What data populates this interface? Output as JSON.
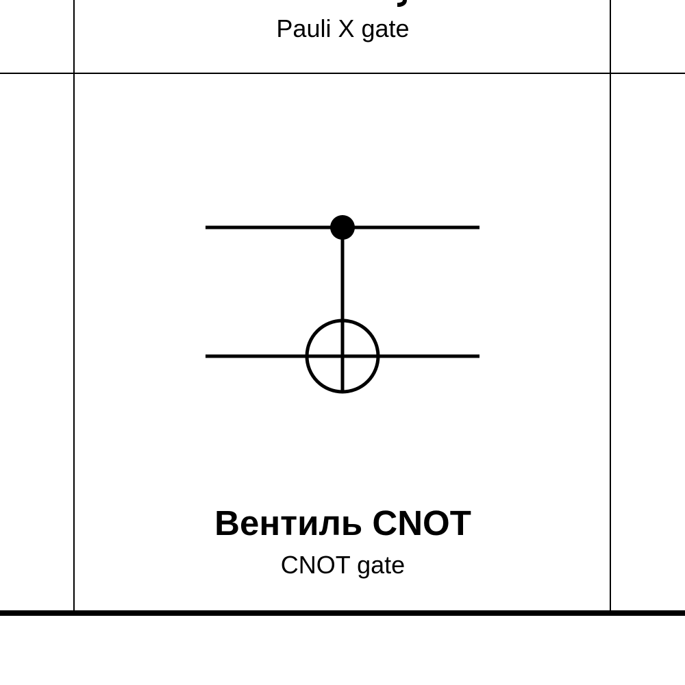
{
  "cells": [
    {
      "subtitle": "Pauli X gate"
    },
    {
      "title": "Вентиль CNOT",
      "subtitle": "CNOT gate",
      "symbol": "cnot-circuit"
    }
  ],
  "colors": {
    "line": "#000000",
    "background": "#ffffff"
  }
}
